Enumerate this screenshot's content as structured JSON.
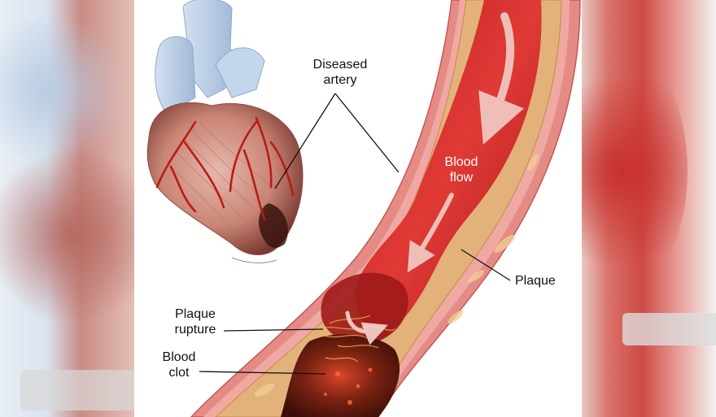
{
  "labels": {
    "diseased_artery_line1": "Diseased",
    "diseased_artery_line2": "artery",
    "blood_flow_line1": "Blood",
    "blood_flow_line2": "flow",
    "plaque": "Plaque",
    "plaque_rupture_line1": "Plaque",
    "plaque_rupture_line2": "rupture",
    "blood_clot_line1": "Blood",
    "blood_clot_line2": "clot"
  },
  "colors": {
    "artery_wall": "#e58b86",
    "plaque": "#e2b27a",
    "blood": "#cf2a2a",
    "clot": "#5a1a10",
    "heart_vessels": "#b8cde6",
    "heart_muscle": "#c9877c"
  }
}
